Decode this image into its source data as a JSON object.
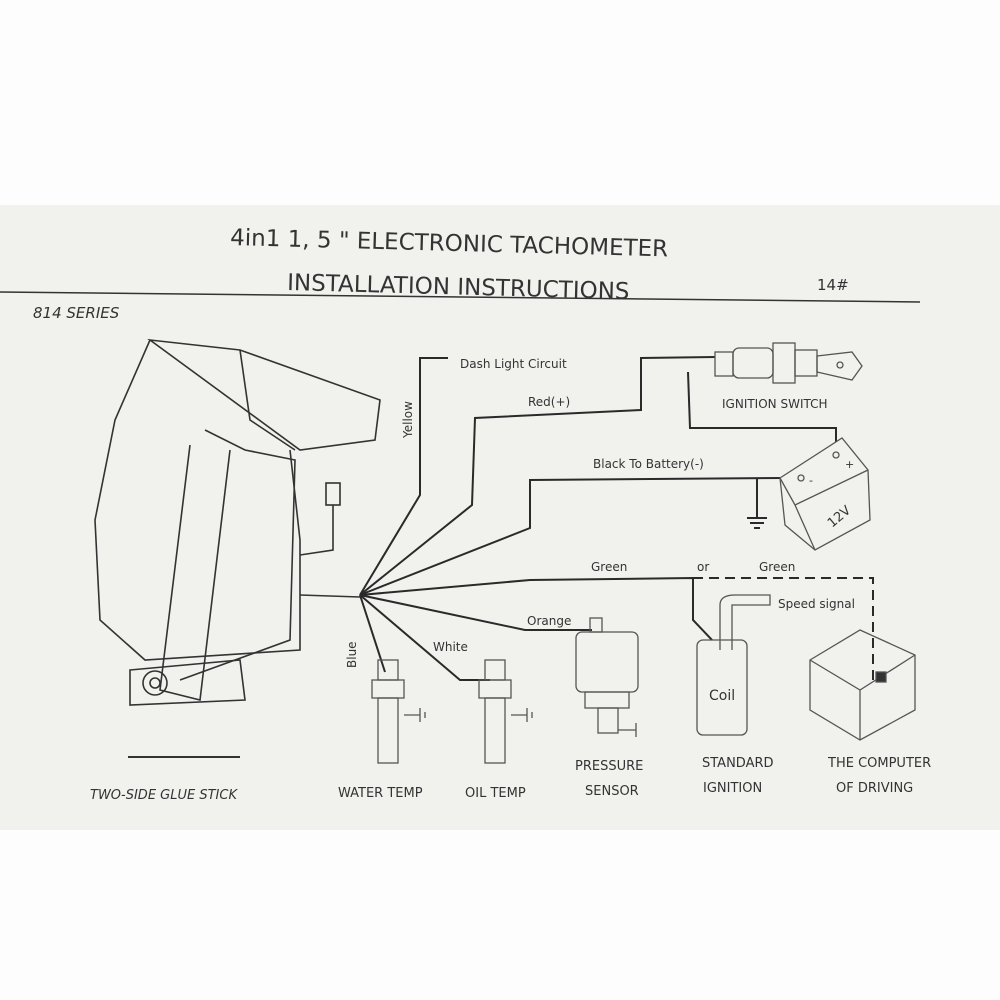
{
  "header": {
    "title_line1": "4in1 1, 5 \" ELECTRONIC TACHOMETER",
    "title_line2": "INSTALLATION INSTRUCTIONS",
    "page_number": "14#",
    "series": "814 SERIES"
  },
  "wires": {
    "yellow": "Yellow",
    "dash_light": "Dash Light Circuit",
    "red": "Red(+)",
    "black": "Black To Battery(-)",
    "green": "Green",
    "or": "or",
    "green_alt": "Green",
    "speed_signal": "Speed signal",
    "orange": "Orange",
    "white": "White",
    "blue": "Blue"
  },
  "components": {
    "ignition_switch": "IGNITION SWITCH",
    "battery": "12V",
    "battery_plus": "+",
    "battery_minus": "-",
    "coil": "Coil"
  },
  "captions": {
    "glue_stick": "TWO-SIDE GLUE STICK",
    "water_temp": "WATER TEMP",
    "oil_temp": "OIL TEMP",
    "pressure_sensor_1": "PRESSURE",
    "pressure_sensor_2": "SENSOR",
    "standard_ignition_1": "STANDARD",
    "standard_ignition_2": "IGNITION",
    "computer_1": "THE COMPUTER",
    "computer_2": "OF DRIVING"
  }
}
